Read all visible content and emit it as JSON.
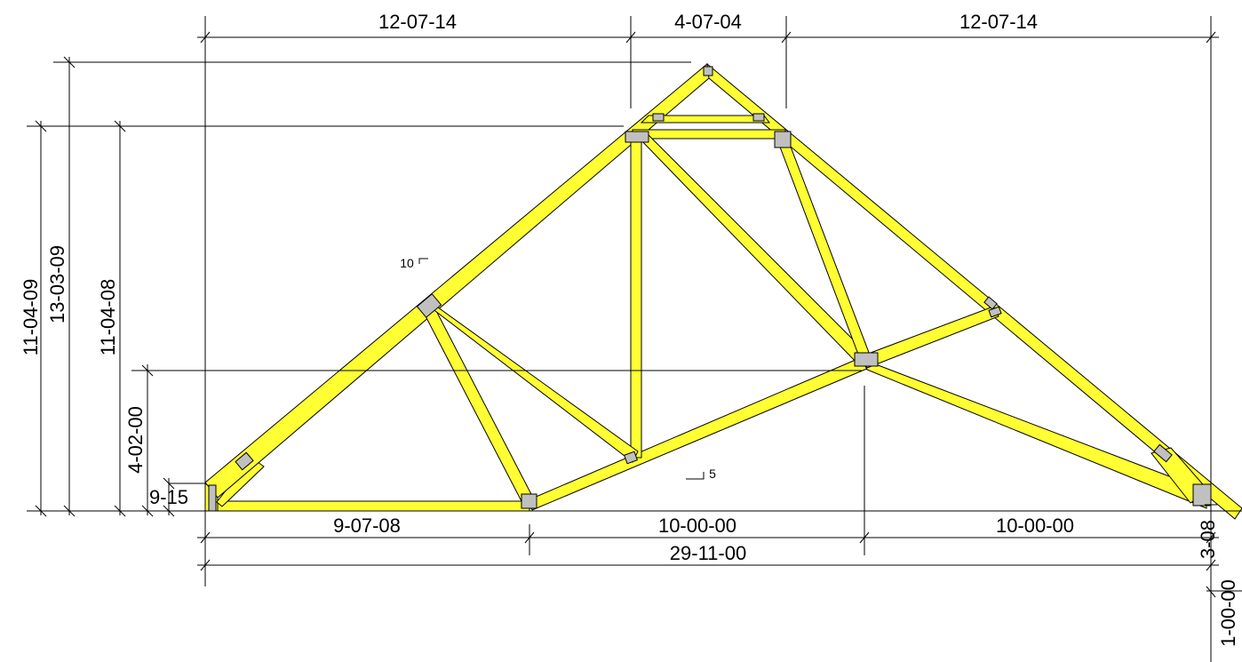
{
  "diagram": {
    "type": "roof-truss-elevation",
    "colors": {
      "member": "#ffff33",
      "plate": "#c0c0c0",
      "line": "#000000",
      "background": "#ffffff"
    }
  },
  "dimensions": {
    "top": [
      "12-07-14",
      "4-07-04",
      "12-07-14"
    ],
    "bottom_panels": [
      "9-07-08",
      "10-00-00",
      "10-00-00"
    ],
    "overall_span": "29-11-00",
    "left_heights": [
      "11-04-09",
      "13-03-09",
      "11-04-08",
      "4-02-00"
    ],
    "left_heel": "9-15",
    "right_heel": "3-08",
    "overhang": "1-00-00"
  },
  "pitch": {
    "top_chord_rise": "10",
    "bottom_chord_rise": "5"
  }
}
